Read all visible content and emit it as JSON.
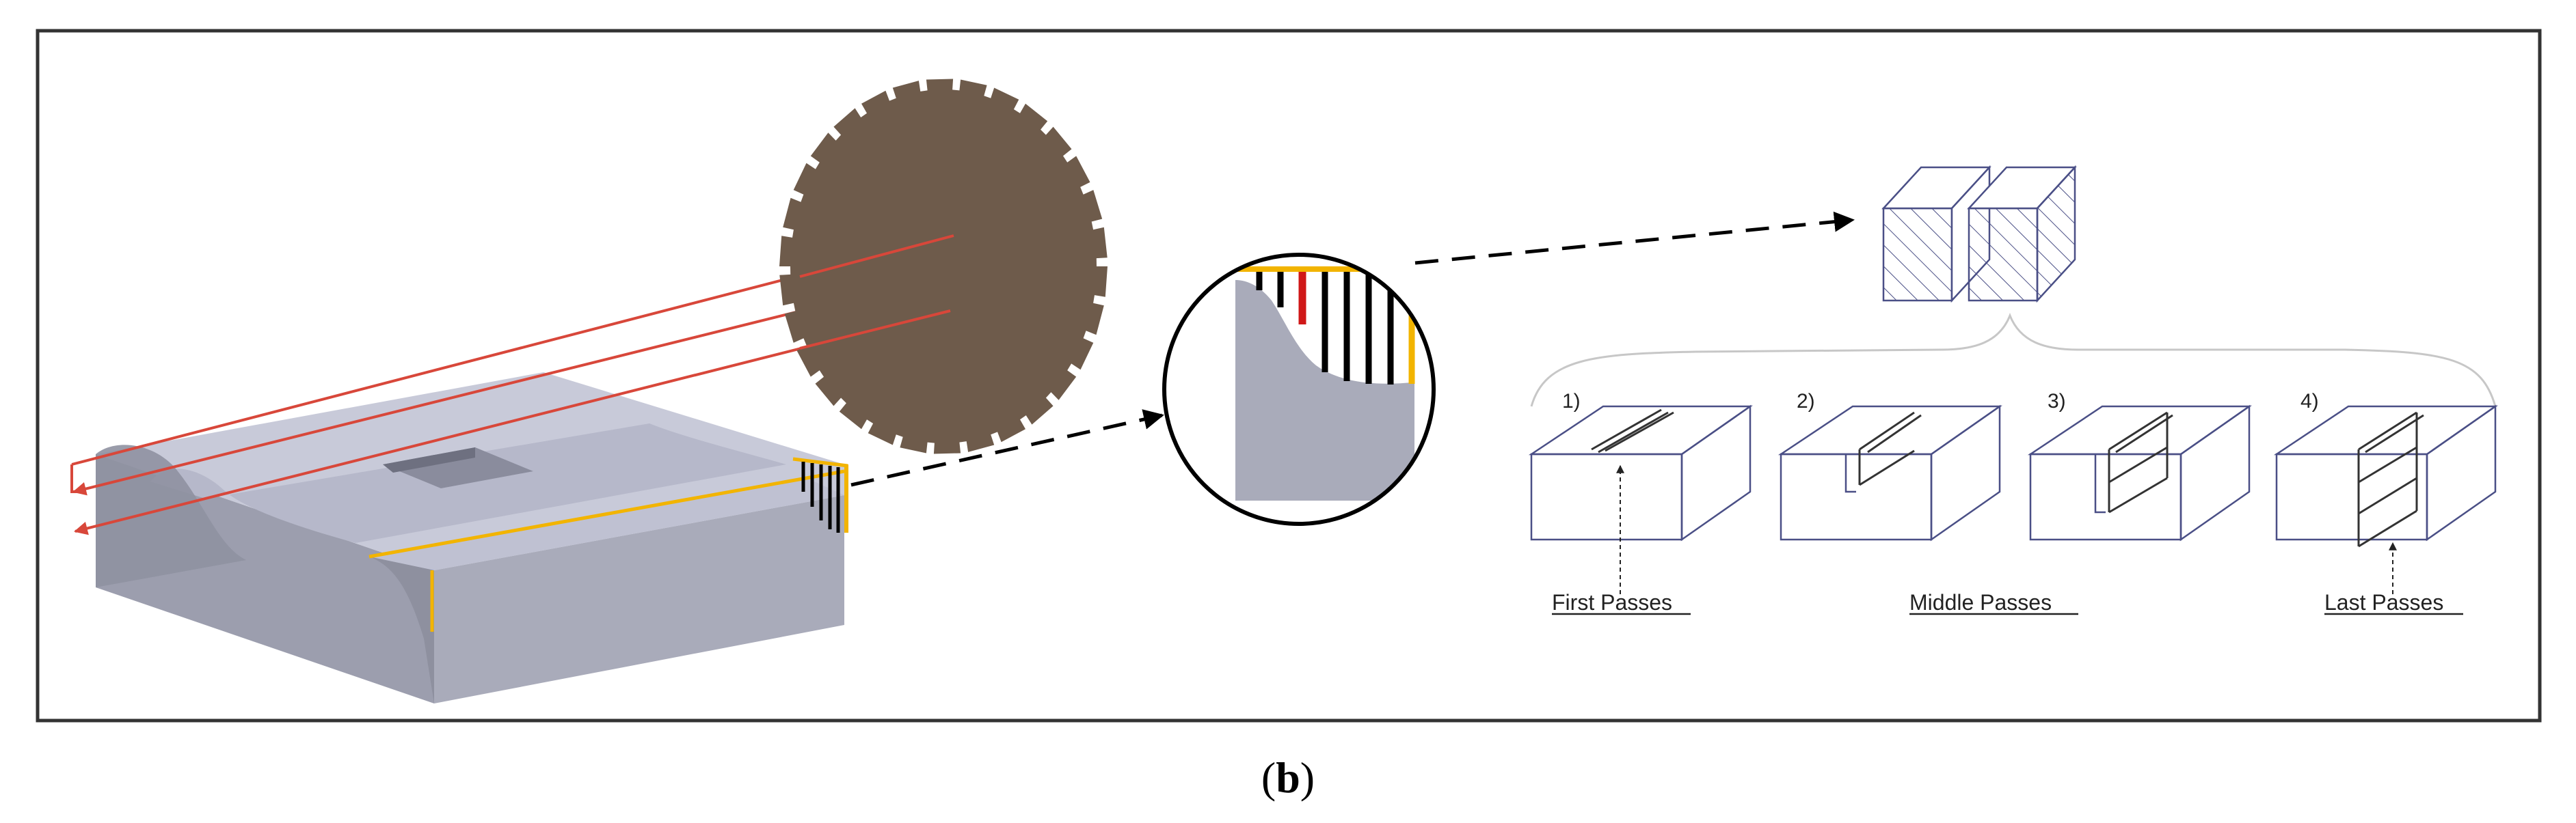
{
  "step_labels": [
    "1)",
    "2)",
    "3)",
    "4)"
  ],
  "pass_labels": {
    "first": "First Passes",
    "middle": "Middle Passes",
    "last": "Last Passes"
  },
  "caption": {
    "open": "(",
    "letter": "b",
    "close": ")"
  },
  "colors": {
    "frame": "#333333",
    "blade": "#6e5b4b",
    "workpiece_top": "#c8cad9",
    "workpiece_side": "#a9abba",
    "toolpath": "#d8473a",
    "edge_highlight": "#f2b400",
    "current_pass": "#d01818",
    "wireframe": "#4a4f86"
  }
}
